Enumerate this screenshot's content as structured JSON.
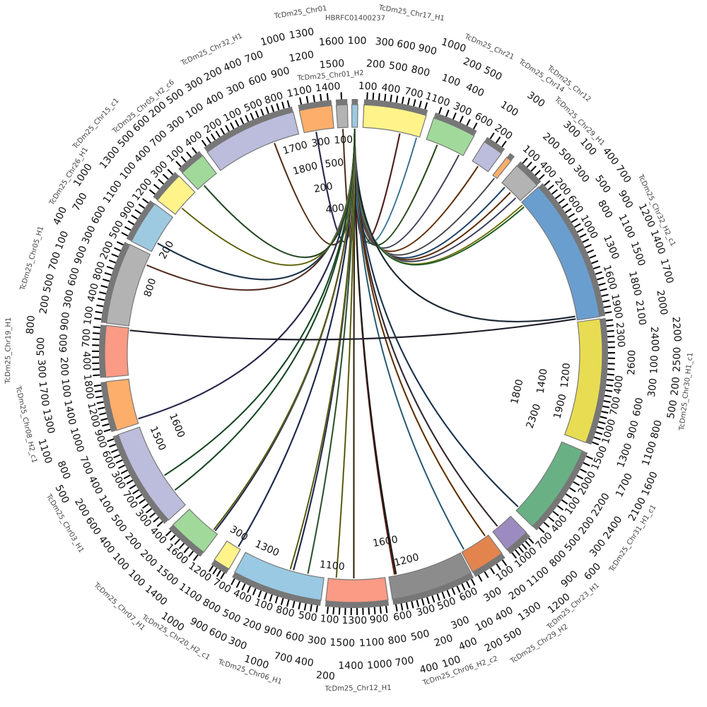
{
  "chart_data": {
    "type": "circos",
    "tick_step": 100,
    "chromosomes": [
      {
        "name": "HBRFC01400237",
        "color": "#9ecae1",
        "max_tick": 0
      },
      {
        "name": "TcDm25_Chr17_H1",
        "color": "#fff38a",
        "max_tick": 1100
      },
      {
        "name": "TcDm25_Chr21",
        "color": "#a1d99b",
        "max_tick": 600
      },
      {
        "name": "TcDm25_Chr14",
        "color": "#bcbddc",
        "max_tick": 300
      },
      {
        "name": "TcDm25_Chr12",
        "color": "#fdae6b",
        "max_tick": 0
      },
      {
        "name": "TcDm25_Chr29_H1",
        "color": "#b3b3b3",
        "max_tick": 500
      },
      {
        "name": "TcDm25_Chr32_H2_c1",
        "color": "#6a9ecf",
        "max_tick": 2600
      },
      {
        "name": "TcDm25_Chr30_H1_c1",
        "color": "#e8dc52",
        "max_tick": 2400
      },
      {
        "name": "TcDm25_Chr31_H1_c1",
        "color": "#69b184",
        "max_tick": 1300
      },
      {
        "name": "TcDm25_Chr23_H1",
        "color": "#9c8bc0",
        "max_tick": 600
      },
      {
        "name": "TcDm25_Chr29_H2",
        "color": "#e3844f",
        "max_tick": 500
      },
      {
        "name": "TcDm25_Chr06_H2_c2",
        "color": "#8c8c8c",
        "max_tick": 1600
      },
      {
        "name": "TcDm25_Chr12_H1",
        "color": "#fb9a85",
        "max_tick": 1100
      },
      {
        "name": "TcDm25_Chr06_H1",
        "color": "#9ac9e3",
        "max_tick": 1600
      },
      {
        "name": "TcDm25_Chr20_H2_c1",
        "color": "#fff38a",
        "max_tick": 400
      },
      {
        "name": "TcDm25_Chr07_H1",
        "color": "#a1d99b",
        "max_tick": 700
      },
      {
        "name": "TcDm25_Chr03_H1",
        "color": "#bcbddc",
        "max_tick": 1800
      },
      {
        "name": "TcDm25_Chr08_H2_c1",
        "color": "#fdae6b",
        "max_tick": 900
      },
      {
        "name": "TcDm25_Chr19_H1",
        "color": "#fb9a85",
        "max_tick": 900
      },
      {
        "name": "TcDm25_Chr05_H1",
        "color": "#b3b3b3",
        "max_tick": 1300
      },
      {
        "name": "TcDm25_Chr26_H1",
        "color": "#9ecae1",
        "max_tick": 700
      },
      {
        "name": "TcDm25_Chr15_c1",
        "color": "#fff38a",
        "max_tick": 500
      },
      {
        "name": "TcDm25_Chr05_H2_c6",
        "color": "#a1d99b",
        "max_tick": 400
      },
      {
        "name": "TcDm25_Chr32_H1",
        "color": "#bcbddc",
        "max_tick": 1800
      },
      {
        "name": "TcDm25_Chr01",
        "color": "#fdae6b",
        "max_tick": 500
      },
      {
        "name": "TcDm25_Chr01_H2",
        "color": "#b3b3b3",
        "max_tick": 100
      }
    ],
    "links": [
      {
        "from": [
          0,
          0.5
        ],
        "to": [
          23,
          0.7
        ],
        "color": "#7a4a2a"
      },
      {
        "from": [
          0,
          0.5
        ],
        "to": [
          24,
          0.4
        ],
        "color": "#3a3a6a"
      },
      {
        "from": [
          0,
          0.5
        ],
        "to": [
          25,
          0.5
        ],
        "color": "#7a4a2a"
      },
      {
        "from": [
          0,
          0.5
        ],
        "to": [
          1,
          0.65
        ],
        "color": "#6a2a2a"
      },
      {
        "from": [
          0,
          0.5
        ],
        "to": [
          1,
          0.95
        ],
        "color": "#6aaed6"
      },
      {
        "from": [
          0,
          0.5
        ],
        "to": [
          2,
          0.3
        ],
        "color": "#3a6a2a"
      },
      {
        "from": [
          0,
          0.5
        ],
        "to": [
          2,
          0.9
        ],
        "color": "#6a6a8a"
      },
      {
        "from": [
          0,
          0.5
        ],
        "to": [
          3,
          0.4
        ],
        "color": "#8a4a1a"
      },
      {
        "from": [
          0,
          0.5
        ],
        "to": [
          4,
          0.6
        ],
        "color": "#777777"
      },
      {
        "from": [
          0,
          0.5
        ],
        "to": [
          5,
          0.2
        ],
        "color": "#3a6a9a"
      },
      {
        "from": [
          0,
          0.5
        ],
        "to": [
          5,
          0.5
        ],
        "color": "#8a4a1a"
      },
      {
        "from": [
          0,
          0.5
        ],
        "to": [
          5,
          0.8
        ],
        "color": "#6a6a9a"
      },
      {
        "from": [
          0,
          0.5
        ],
        "to": [
          6,
          0.02
        ],
        "color": "#b5b53a"
      },
      {
        "from": [
          0,
          0.5
        ],
        "to": [
          6,
          0.04
        ],
        "color": "#3a8a3a"
      },
      {
        "from": [
          0,
          0.5
        ],
        "to": [
          6,
          0.97
        ],
        "color": "#2a3a4a"
      },
      {
        "from": [
          0,
          0.5
        ],
        "to": [
          8,
          0.95
        ],
        "color": "#2a4a6a"
      },
      {
        "from": [
          0,
          0.5
        ],
        "to": [
          9,
          0.7
        ],
        "color": "#4a3a4a"
      },
      {
        "from": [
          0,
          0.5
        ],
        "to": [
          10,
          0.1
        ],
        "color": "#8a4a0a"
      },
      {
        "from": [
          0,
          0.5
        ],
        "to": [
          10,
          0.9
        ],
        "color": "#4a8aaa"
      },
      {
        "from": [
          0,
          0.5
        ],
        "to": [
          11,
          0.92
        ],
        "color": "#8a2a1a"
      },
      {
        "from": [
          0,
          0.5
        ],
        "to": [
          11,
          0.9
        ],
        "color": "#222222"
      },
      {
        "from": [
          0,
          0.5
        ],
        "to": [
          12,
          0.55
        ],
        "color": "#4a3a1a"
      },
      {
        "from": [
          0,
          0.5
        ],
        "to": [
          12,
          0.86
        ],
        "color": "#8a8a2a"
      },
      {
        "from": [
          0,
          0.5
        ],
        "to": [
          13,
          0.2
        ],
        "color": "#4a7a4a"
      },
      {
        "from": [
          0,
          0.5
        ],
        "to": [
          13,
          0.38
        ],
        "color": "#2a3a6a"
      },
      {
        "from": [
          0,
          0.5
        ],
        "to": [
          13,
          0.42
        ],
        "color": "#8a8a2a"
      },
      {
        "from": [
          0,
          0.5
        ],
        "to": [
          14,
          0.2
        ],
        "color": "#2a3a6a"
      },
      {
        "from": [
          0,
          0.5
        ],
        "to": [
          15,
          0.1
        ],
        "color": "#2a3a6a"
      },
      {
        "from": [
          0,
          0.5
        ],
        "to": [
          15,
          0.15
        ],
        "color": "#8a8a2a"
      },
      {
        "from": [
          0,
          0.5
        ],
        "to": [
          16,
          0.2
        ],
        "color": "#2a6a3a"
      },
      {
        "from": [
          0,
          0.5
        ],
        "to": [
          16,
          0.4
        ],
        "color": "#2a6a3a"
      },
      {
        "from": [
          0,
          0.5
        ],
        "to": [
          17,
          0.1
        ],
        "color": "#3a3a6a"
      },
      {
        "from": [
          0,
          0.5
        ],
        "to": [
          19,
          0.85
        ],
        "color": "#7a4a3a"
      },
      {
        "from": [
          0,
          0.5
        ],
        "to": [
          20,
          0.25
        ],
        "color": "#2a4a6a"
      },
      {
        "from": [
          0,
          0.5
        ],
        "to": [
          21,
          0.3
        ],
        "color": "#9a9a2a"
      },
      {
        "from": [
          0,
          0.5
        ],
        "to": [
          22,
          0.3
        ],
        "color": "#3a6a3a"
      },
      {
        "from": [
          18,
          0.95
        ],
        "to": [
          6,
          0.99
        ],
        "color": "#2a2a3a"
      }
    ]
  }
}
